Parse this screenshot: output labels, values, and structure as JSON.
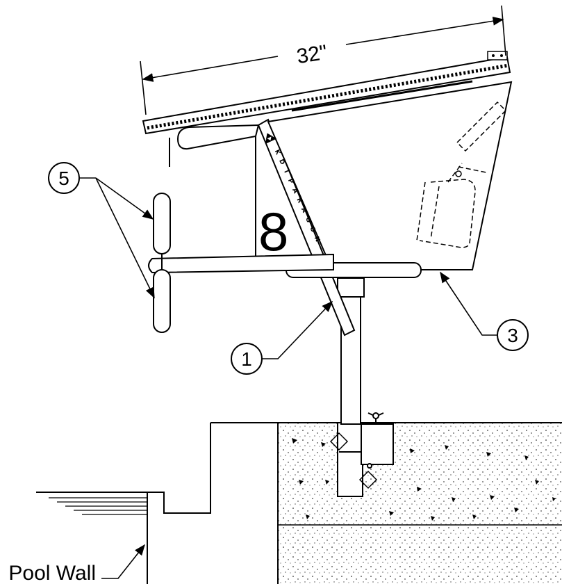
{
  "dimension": {
    "text": "32\""
  },
  "callouts": [
    {
      "id": "callout-1",
      "number": "1"
    },
    {
      "id": "callout-3",
      "number": "3"
    },
    {
      "id": "callout-5",
      "number": "5"
    }
  ],
  "chair": {
    "brand": "KDI PARAGON",
    "brand_letters": [
      "K",
      "D",
      "I",
      "P",
      "A",
      "R",
      "A",
      "G",
      "O",
      "N"
    ],
    "number_mark": "8"
  },
  "pool": {
    "wall_label": "Pool Wall"
  },
  "colors": {
    "ink": "#000000",
    "paper": "#ffffff"
  }
}
